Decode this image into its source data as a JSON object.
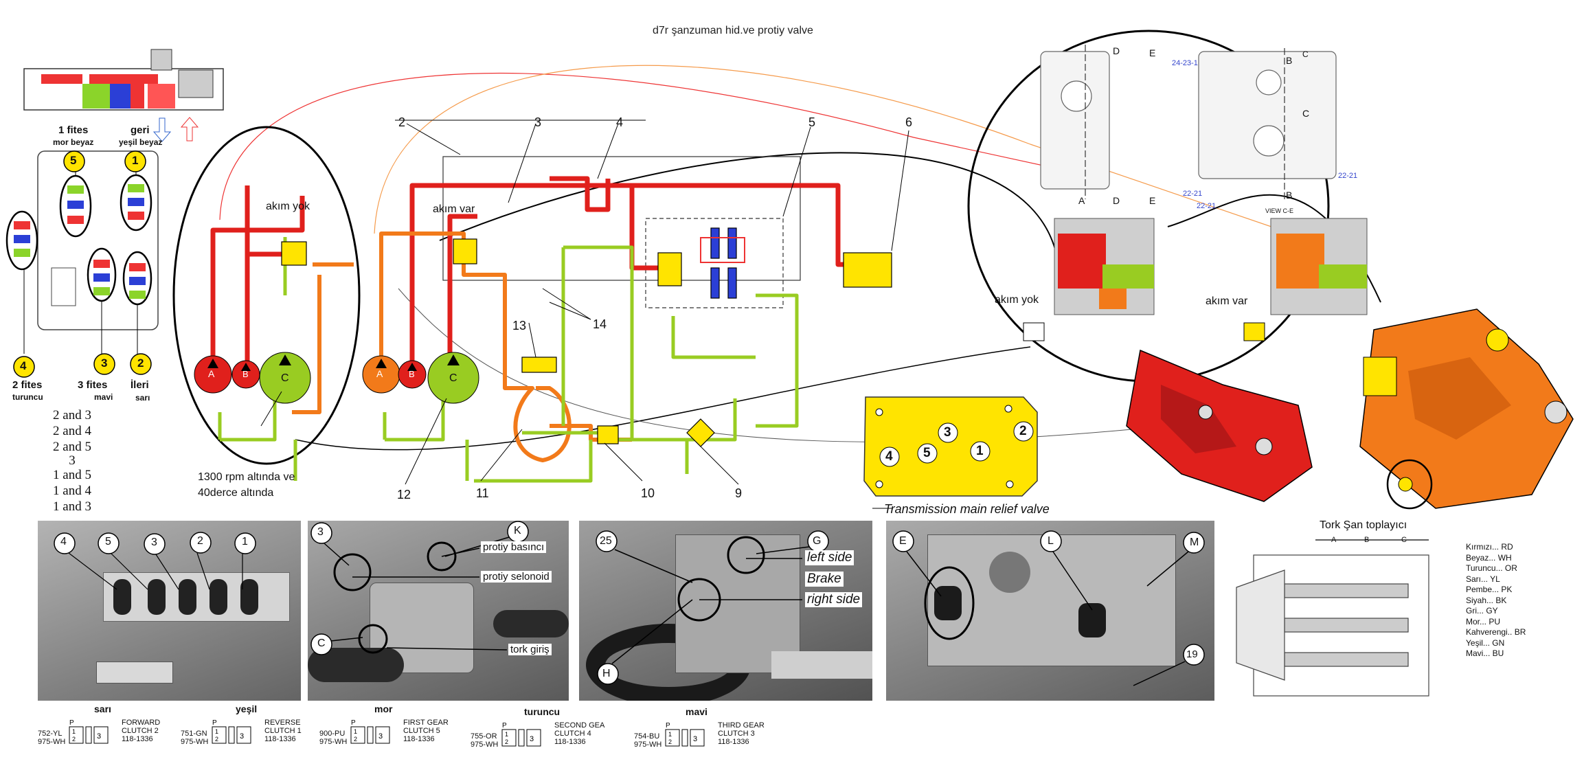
{
  "title": "d7r şanzuman hid.ve protiy valve",
  "left_panel": {
    "fittings": [
      {
        "label": "1 fites",
        "sub": "mor  beyaz"
      },
      {
        "label": "geri",
        "sub": "yeşil  beyaz"
      },
      {
        "label": "2 fites",
        "sub": "turuncu"
      },
      {
        "label": "3 fites",
        "sub": "mavi"
      },
      {
        "label": "İleri",
        "sub": "sarı"
      }
    ],
    "circle_numbers": [
      "5",
      "1",
      "4",
      "3",
      "2"
    ],
    "combinations": [
      "2 and 3",
      "2 and 4",
      "2 and 5",
      "3",
      "1 and 5",
      "1 and 4",
      "1 and 3"
    ]
  },
  "schematic": {
    "callouts": [
      "2",
      "3",
      "4",
      "5",
      "6",
      "13",
      "14",
      "12",
      "11",
      "10",
      "9"
    ],
    "akim_yok": "akım yok",
    "akim_var": "akım var",
    "pumps": [
      "A",
      "B",
      "C"
    ],
    "rpm_note_1": "1300 rpm altında ve",
    "rpm_note_2": "40derce altında"
  },
  "detail": {
    "akim_yok": "akım yok",
    "akim_var": "akım var",
    "view_labels": [
      "24-23-1",
      "22-21",
      "22-21",
      "22-21"
    ],
    "section_letters": [
      "D",
      "E",
      "A",
      "D",
      "E",
      "B",
      "C",
      "C",
      "B",
      "VIEW C-E"
    ]
  },
  "plate_numbers": [
    "3",
    "2",
    "4",
    "5",
    "1"
  ],
  "photos": {
    "p1_numbers": [
      "4",
      "5",
      "3",
      "2",
      "1"
    ],
    "p2_letters": [
      "3",
      "K",
      "C"
    ],
    "p2_notes": [
      "protiy basıncı",
      "protiy selonoid",
      "tork giriş"
    ],
    "p3_letters": [
      "25",
      "G",
      "H"
    ],
    "p3_notes": [
      "left side",
      "Brake",
      "right side"
    ],
    "p4_title": "Transmission main relief valve",
    "p4_letters": [
      "E",
      "L",
      "M",
      "19"
    ]
  },
  "tc": {
    "title": "Tork  Şan  toplayıcı",
    "dims": [
      "A",
      "B",
      "C"
    ]
  },
  "color_legend": [
    "Kırmızı... RD",
    "Beyaz... WH",
    "Turuncu... OR",
    "Sarı... YL",
    "Pembe... PK",
    "Siyah... BK",
    "Gri... GY",
    "Mor... PU",
    "Kahverengi.. BR",
    "Yeşil... GN",
    "Mavi... BU"
  ],
  "solenoids": [
    {
      "name": "sarı",
      "w1": "752-YL",
      "w2": "975-WH",
      "desc1": "FORWARD",
      "desc2": "CLUTCH 2",
      "part": "118-1336"
    },
    {
      "name": "yeşil",
      "w1": "751-GN",
      "w2": "975-WH",
      "desc1": "REVERSE",
      "desc2": "CLUTCH 1",
      "part": "118-1336"
    },
    {
      "name": "mor",
      "w1": "900-PU",
      "w2": "975-WH",
      "desc1": "FIRST GEAR",
      "desc2": "CLUTCH 5",
      "part": "118-1336"
    },
    {
      "name": "turuncu",
      "w1": "755-OR",
      "w2": "975-WH",
      "desc1": "SECOND GEA",
      "desc2": "CLUTCH 4",
      "part": "118-1336"
    },
    {
      "name": "mavi",
      "w1": "754-BU",
      "w2": "975-WH",
      "desc1": "THIRD GEAR",
      "desc2": "CLUTCH 3",
      "part": "118-1336"
    }
  ],
  "colors": {
    "red": "#e0201c",
    "orange": "#f27a1a",
    "green": "#99cc22",
    "yellow": "#ffe400",
    "blue": "#2b3fd6",
    "purple": "#7a2bd0"
  }
}
